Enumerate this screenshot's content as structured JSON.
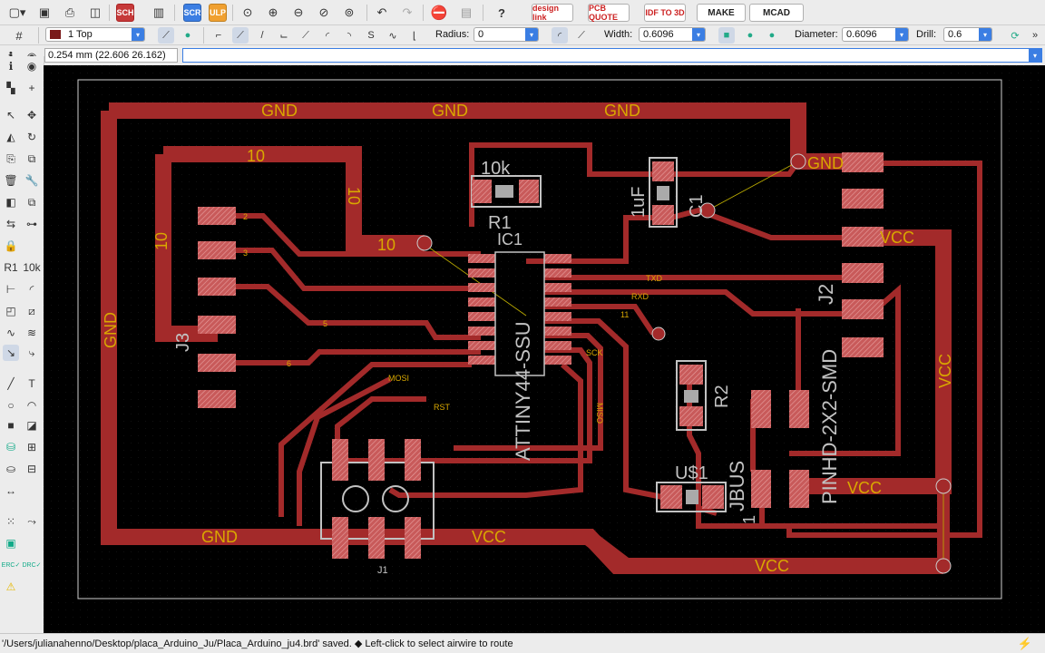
{
  "toolbar1": {
    "icons": [
      "open-icon",
      "save-icon",
      "print-icon",
      "cam-icon",
      "sch-icon",
      "board-icon",
      "library-icon",
      "scr-icon",
      "ulp-icon",
      "zoom-fit-icon",
      "zoom-in-icon",
      "zoom-out-icon",
      "zoom-redraw-icon",
      "zoom-select-icon",
      "undo-icon",
      "redo-icon",
      "stop-icon",
      "go-icon",
      "help-icon"
    ],
    "sch_label": "SCH",
    "scr_label": "SCR",
    "ulp_label": "ULP",
    "designlink_label": "design link",
    "pcbquote_label": "PCB QUOTE",
    "idf_label": "IDF TO 3D",
    "make_label": "MAKE",
    "mcad_label": "MCAD"
  },
  "toolbar2": {
    "layer_value": "1 Top",
    "layer_color": "#7a1a1a",
    "radius_label": "Radius:",
    "radius_value": "0",
    "width_label": "Width:",
    "width_value": "0.6096",
    "diameter_label": "Diameter:",
    "diameter_value": "0.6096",
    "drill_label": "Drill:",
    "drill_value": "0.6"
  },
  "cmd": {
    "coord": "0.254 mm (22.606 26.162)",
    "input": ""
  },
  "board": {
    "trace_color": "#a32a2a",
    "label_color": "#d9a800",
    "part_color": "#c2c2c2",
    "pad_color": "#d47a7a",
    "labels": {
      "gnd1": "GND",
      "gnd2": "GND",
      "gnd3": "GND",
      "gnd4": "GND",
      "gnd5": "GND",
      "gnd_left": "GND",
      "vcc1": "VCC",
      "vcc2": "VCC",
      "vcc3": "VCC",
      "vcc4": "VCC",
      "vcc5": "VCC",
      "n10a": "10",
      "n10b": "10",
      "n10c": "10",
      "n10d": "10",
      "txd": "TXD",
      "rxd": "RXD",
      "sck": "SCK",
      "miso": "MISO",
      "mosi": "MOSI",
      "rst": "RST",
      "n2": "2",
      "n3": "3",
      "n5": "5",
      "n6": "6",
      "n11": "11"
    },
    "parts": {
      "r1_value": "10k",
      "r1_name": "R1",
      "c1_value": "1uF",
      "c1_name": "C1",
      "ic1_name": "IC1",
      "ic1_value": "ATTINY44-SSU",
      "j2_value": "PINHD-2X2-SMD",
      "j2_name": "J2",
      "j3_name": "J3",
      "r2_name": "R2",
      "us1_name": "U$1",
      "jbus_name": "JBUS",
      "one_label": "1",
      "j1_name": "J1"
    }
  },
  "status": {
    "message": "'/Users/julianahenno/Desktop/placa_Arduino_Ju/Placa_Arduino_ju4.brd' saved.  ◆ Left-click to select airwire to route"
  }
}
